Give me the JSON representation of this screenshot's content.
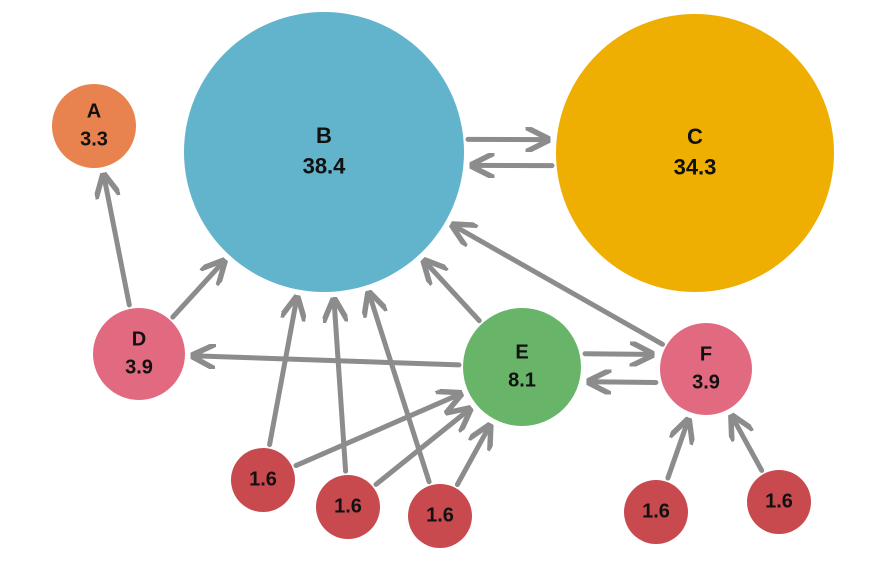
{
  "diagram": {
    "nodes": [
      {
        "id": "A",
        "name": "A",
        "value": "3.3",
        "color": "#e8834f"
      },
      {
        "id": "B",
        "name": "B",
        "value": "38.4",
        "color": "#62b3cc"
      },
      {
        "id": "C",
        "name": "C",
        "value": "34.3",
        "color": "#efae02"
      },
      {
        "id": "D",
        "name": "D",
        "value": "3.9",
        "color": "#e26a80"
      },
      {
        "id": "E",
        "name": "E",
        "value": "8.1",
        "color": "#68b56a"
      },
      {
        "id": "F",
        "name": "F",
        "value": "3.9",
        "color": "#e26a80"
      },
      {
        "id": "n1",
        "name": "",
        "value": "1.6",
        "color": "#c84a4f"
      },
      {
        "id": "n2",
        "name": "",
        "value": "1.6",
        "color": "#c84a4f"
      },
      {
        "id": "n3",
        "name": "",
        "value": "1.6",
        "color": "#c84a4f"
      },
      {
        "id": "n4",
        "name": "",
        "value": "1.6",
        "color": "#c84a4f"
      },
      {
        "id": "n5",
        "name": "",
        "value": "1.6",
        "color": "#c84a4f"
      }
    ],
    "edges": [
      {
        "from": "D",
        "to": "A"
      },
      {
        "from": "D",
        "to": "B"
      },
      {
        "from": "B",
        "to": "C"
      },
      {
        "from": "C",
        "to": "B"
      },
      {
        "from": "E",
        "to": "B"
      },
      {
        "from": "F",
        "to": "B"
      },
      {
        "from": "E",
        "to": "D"
      },
      {
        "from": "E",
        "to": "F"
      },
      {
        "from": "F",
        "to": "E"
      },
      {
        "from": "n1",
        "to": "B"
      },
      {
        "from": "n1",
        "to": "E"
      },
      {
        "from": "n2",
        "to": "B"
      },
      {
        "from": "n2",
        "to": "E"
      },
      {
        "from": "n3",
        "to": "B"
      },
      {
        "from": "n3",
        "to": "E"
      },
      {
        "from": "n4",
        "to": "F"
      },
      {
        "from": "n5",
        "to": "F"
      }
    ]
  }
}
